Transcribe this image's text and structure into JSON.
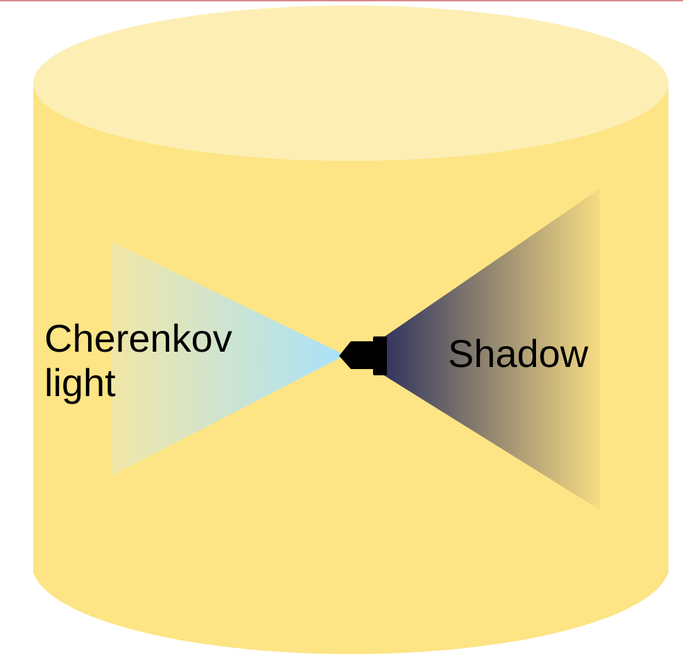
{
  "labels": {
    "cherenkov_line1": "Cherenkov",
    "cherenkov_line2": "light",
    "shadow": "Shadow"
  },
  "colors": {
    "top_rule": "#d98b8b",
    "tank_body": "#fde484",
    "tank_top": "#fdeeb4",
    "cherenkov_outer": "#f1e6a6",
    "cherenkov_inner": "#a9e2fb",
    "shadow_inner": "#2b2f5e",
    "shadow_outer": "#f7dc82",
    "detector": "#000000"
  }
}
